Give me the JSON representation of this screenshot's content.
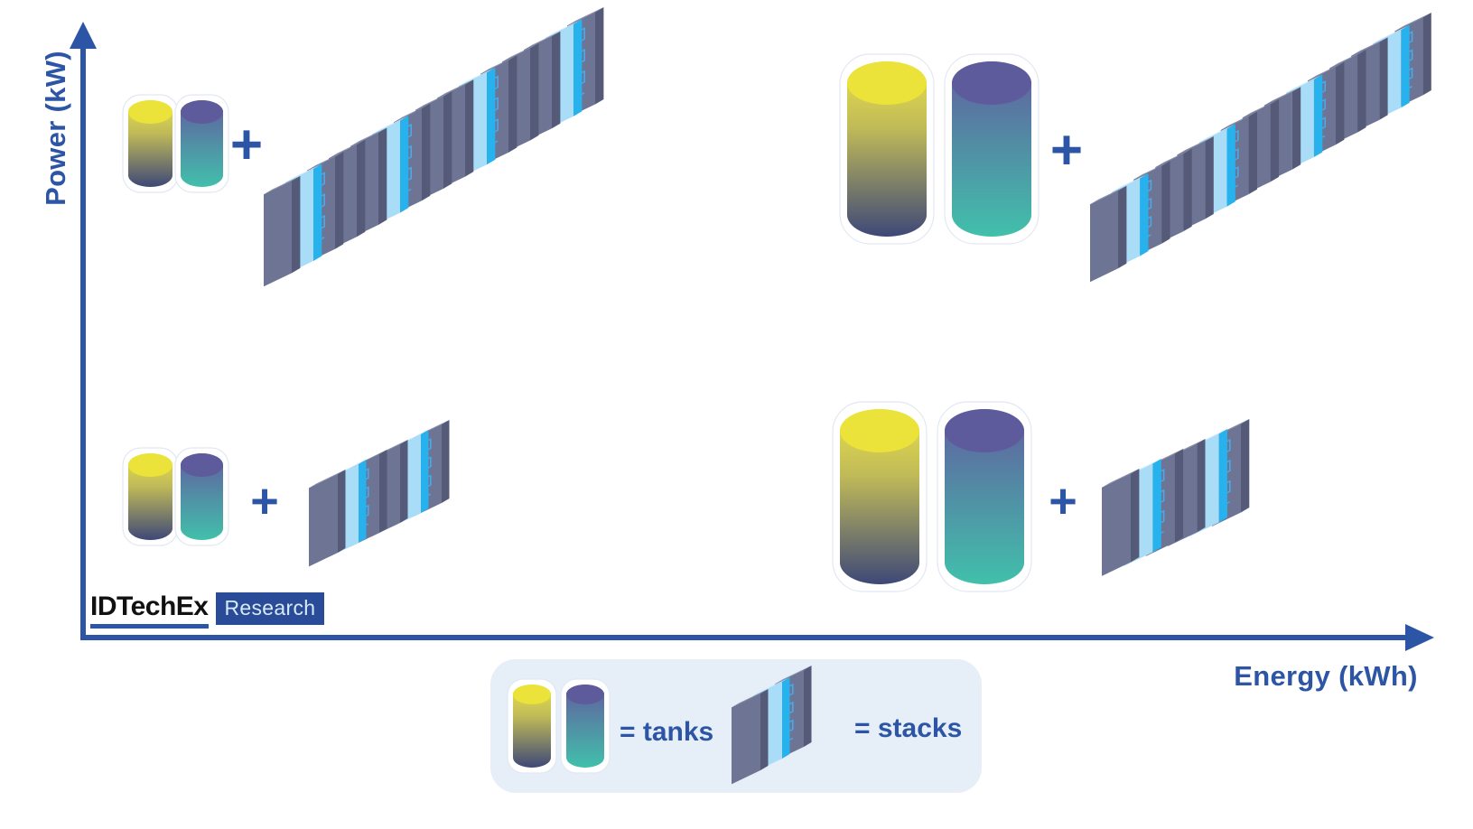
{
  "axes": {
    "y_label": "Power (kW)",
    "x_label": "Energy (kWh)"
  },
  "symbols": {
    "plus": "+"
  },
  "legend": {
    "tanks_label": "= tanks",
    "stacks_label": "= stacks"
  },
  "logo": {
    "name": "IDTechEx",
    "suffix": "Research"
  },
  "colors": {
    "accent_blue": "#2d55a5",
    "logo_badge_bg": "#2a4c98",
    "logo_badge_text": "#d8eaf8",
    "legend_bg": "#e6eef8",
    "capsule_fill": "#ffffff",
    "capsule_stroke": "#e2e8f2",
    "tank_yellow_top": "#ebe339",
    "tank_yellow_gradient": [
      "#e9e14a",
      "#c0ba58",
      "#3e4877"
    ],
    "tank_purple_top": "#5e5b9c",
    "tank_purple_gradient": [
      "#615e9f",
      "#41c0ab"
    ],
    "slab_gray_front": "#6d7494",
    "slab_gray_side": "#545a78",
    "slab_gray_top": "#858ba6",
    "slab_blue_front": "#a9dcf6",
    "slab_blue_side": "#27b2ee",
    "slab_blue_top": "#c9e8fb",
    "circuit_line": "#4aa9e9"
  },
  "diagram": {
    "quadrants": [
      {
        "id": "tl",
        "position": "top-left",
        "tanks": "small",
        "stacks": "many",
        "stack_slabs": [
          "plate",
          "membrane",
          "circuit",
          "plate",
          "plate",
          "membrane",
          "circuit",
          "plate",
          "plate",
          "membrane",
          "circuit",
          "plate",
          "plate",
          "membrane",
          "circuit"
        ]
      },
      {
        "id": "tr",
        "position": "top-right",
        "tanks": "large",
        "stacks": "many",
        "stack_slabs": [
          "plate",
          "membrane",
          "circuit",
          "plate",
          "plate",
          "membrane",
          "circuit",
          "plate",
          "plate",
          "membrane",
          "circuit",
          "plate",
          "plate",
          "membrane",
          "circuit"
        ]
      },
      {
        "id": "bl",
        "position": "bottom-left",
        "tanks": "small",
        "stacks": "few",
        "stack_slabs": [
          "plate",
          "membrane",
          "circuit",
          "plate",
          "membrane",
          "circuit"
        ]
      },
      {
        "id": "br",
        "position": "bottom-right",
        "tanks": "large",
        "stacks": "few",
        "stack_slabs": [
          "plate",
          "membrane",
          "circuit",
          "plate",
          "membrane",
          "circuit"
        ]
      }
    ],
    "legend_tanks": "small",
    "legend_stack_slabs": [
      "plate",
      "membrane",
      "circuit"
    ]
  }
}
